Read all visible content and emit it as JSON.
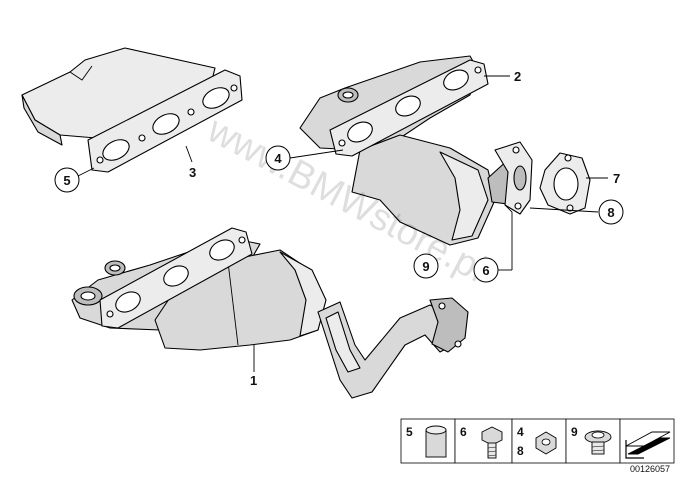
{
  "diagram": {
    "watermark": "www.BMWstore.pl",
    "document_id": "00126057",
    "callouts": [
      {
        "id": "1",
        "circled": false
      },
      {
        "id": "2",
        "circled": false
      },
      {
        "id": "3",
        "circled": false
      },
      {
        "id": "4",
        "circled": true
      },
      {
        "id": "5",
        "circled": true
      },
      {
        "id": "6",
        "circled": true
      },
      {
        "id": "7",
        "circled": false
      },
      {
        "id": "8",
        "circled": true
      },
      {
        "id": "9",
        "circled": true
      }
    ],
    "legend": [
      {
        "numbers": [
          "5"
        ],
        "icon": "cap-plug-icon"
      },
      {
        "numbers": [
          "6"
        ],
        "icon": "hex-bolt-icon"
      },
      {
        "numbers": [
          "4",
          "8"
        ],
        "icon": "hex-nut-icon"
      },
      {
        "numbers": [
          "9"
        ],
        "icon": "screw-plug-icon"
      },
      {
        "numbers": [],
        "icon": "gasket-arrow-icon"
      }
    ]
  }
}
